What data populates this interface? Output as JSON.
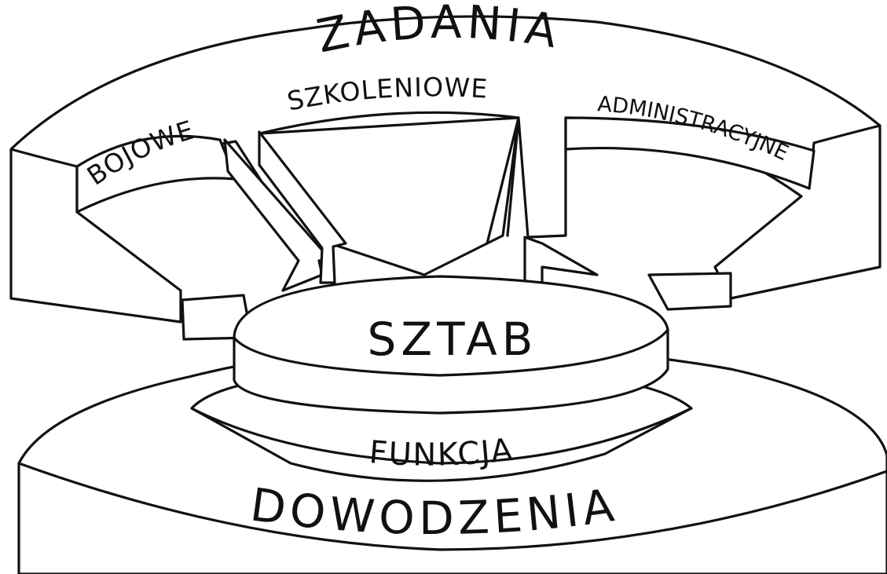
{
  "labels": {
    "top": "ZADANIA",
    "task_1": "BOJOWE",
    "task_2": "SZKOLENIOWE",
    "task_3": "ADMINISTRACYJNE",
    "center": "SZTAB",
    "ring": "FUNKCJA",
    "base": "DOWODZENIA"
  },
  "colors": {
    "ink": "#111111",
    "paper": "#ffffff"
  }
}
